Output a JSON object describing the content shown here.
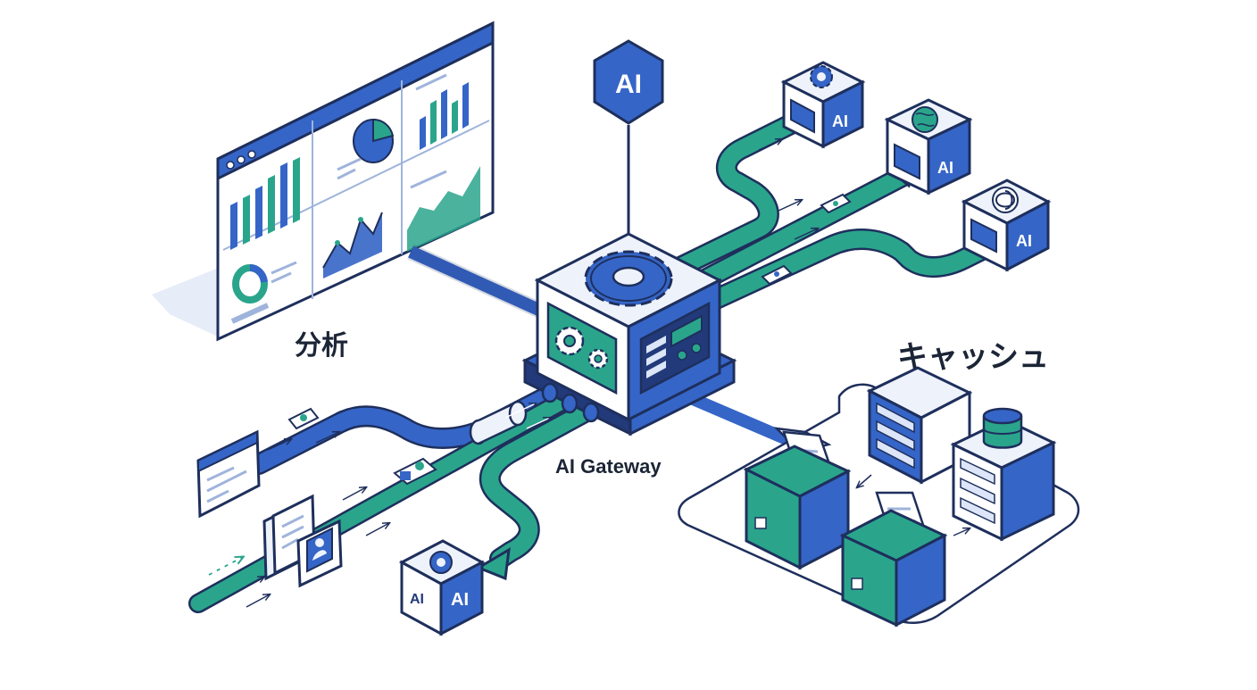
{
  "labels": {
    "analysis": "分析",
    "cache": "キャッシュ",
    "gateway": "AI Gateway",
    "ai_badge": "AI",
    "ai_cube": "AI"
  },
  "colors": {
    "blue": "#3565c7",
    "teal": "#2aa58c",
    "navy": "#223a7a",
    "outline": "#1e2f5c",
    "light_blue": "#dce6f8",
    "pale": "#eef2fb"
  },
  "icons": {
    "gateway": "gear-icon",
    "providers": [
      "gear-icon",
      "globe-icon",
      "openai-knot-icon"
    ],
    "client_node": "gear-icon",
    "cache": [
      "server-rack-icon",
      "database-icon",
      "document-box-icon"
    ]
  }
}
